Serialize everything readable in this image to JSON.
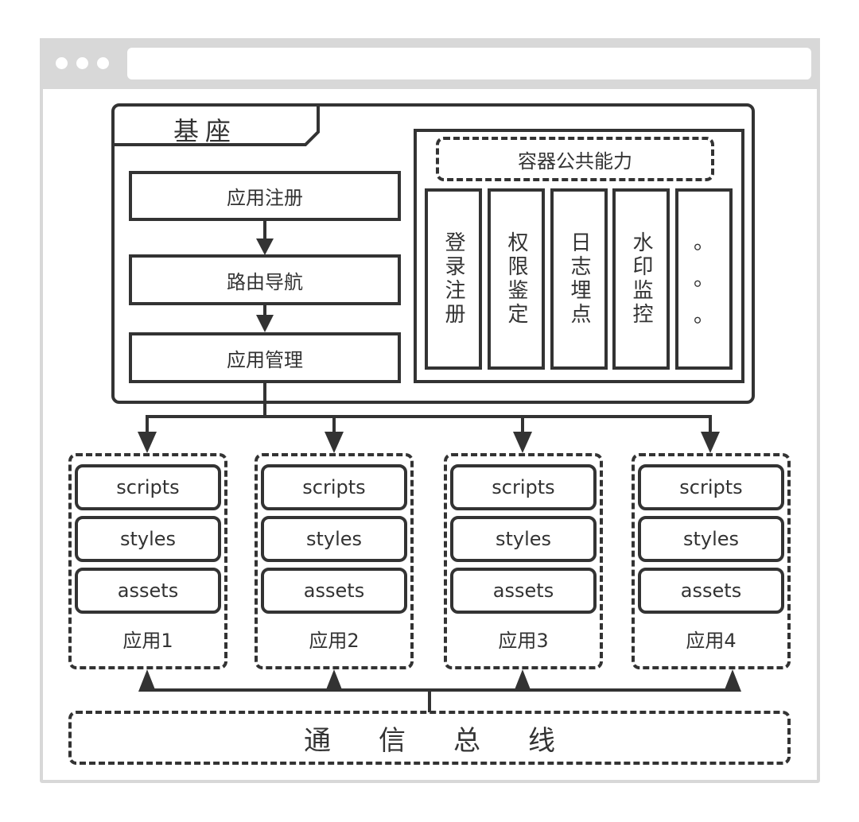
{
  "window": {
    "dots": 3
  },
  "base": {
    "title": "基座",
    "flow_steps": [
      "应用注册",
      "路由导航",
      "应用管理"
    ],
    "capabilities": {
      "title": "容器公共能力",
      "items": [
        "登录注册",
        "权限鉴定",
        "日志埋点",
        "水印监控"
      ],
      "more": [
        "。",
        "。",
        "。"
      ]
    }
  },
  "apps": [
    {
      "name": "应用1",
      "resources": [
        "scripts",
        "styles",
        "assets"
      ]
    },
    {
      "name": "应用2",
      "resources": [
        "scripts",
        "styles",
        "assets"
      ]
    },
    {
      "name": "应用3",
      "resources": [
        "scripts",
        "styles",
        "assets"
      ]
    },
    {
      "name": "应用4",
      "resources": [
        "scripts",
        "styles",
        "assets"
      ]
    }
  ],
  "bus": {
    "label": "通信总线"
  },
  "colors": {
    "stroke": "#333333",
    "frame": "#d8d8d8"
  }
}
